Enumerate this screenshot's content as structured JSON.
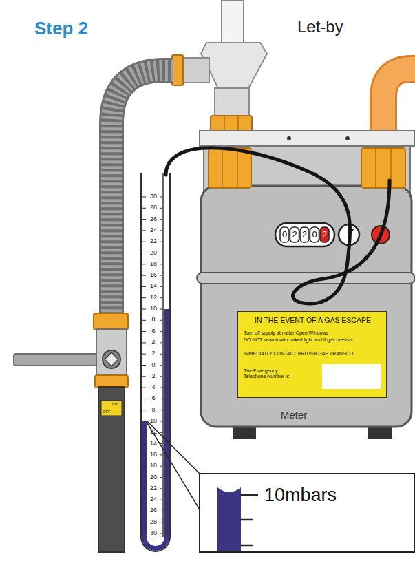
{
  "diagram": {
    "title": "Step 2",
    "nodes": [
      {
        "text": [
          "Meter"
        ]
      },
      {
        "text": [
          "IN THE EVENT OF A GAS ESCAPE",
          "Turn off supply at meter Open Windows",
          "DO NOT search with naked light and if gas presists",
          "IMMEDIATLY CONTACT BRITISH GAS TRANSCO",
          "The Emergency Telephone Number is"
        ],
        "in": 0
      },
      {
        "text": [
          "10mbars"
        ]
      }
    ],
    "labels": [
      "Let-by",
      "0",
      "2",
      "2",
      "0",
      "2",
      "ON",
      "OFF",
      "30",
      "28",
      "26",
      "24",
      "22",
      "20",
      "18",
      "16",
      "14",
      "12",
      "10",
      "8",
      "6",
      "4",
      "2",
      "0",
      "2",
      "4",
      "6",
      "8",
      "10",
      "12",
      "14",
      "16",
      "18",
      "20",
      "22",
      "24",
      "26",
      "28",
      "30"
    ]
  }
}
